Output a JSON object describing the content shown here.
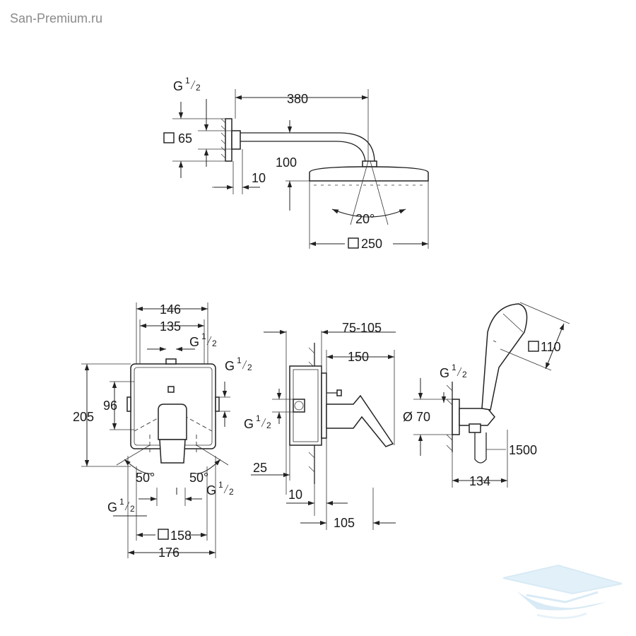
{
  "watermark": "San-Premium.ru",
  "head_shower": {
    "thread": "G",
    "thread_num": "1",
    "thread_den": "2",
    "flange_size": "65",
    "arm_length": "380",
    "drop": "100",
    "flange_depth": "10",
    "spray_angle": "20°",
    "head_size": "250"
  },
  "mixer_front": {
    "overall_width": "146",
    "inner_width": "135",
    "thread_top": "G",
    "thread_top_num": "1",
    "thread_top_den": "2",
    "thread_right": "G",
    "thread_right_num": "1",
    "thread_right_den": "2",
    "height": "205",
    "outlet_spacing": "96",
    "angle_left": "50°",
    "angle_right": "50°",
    "thread_bottom_left": "G",
    "thread_bottom_left_num": "1",
    "thread_bottom_left_den": "2",
    "thread_bottom_right": "G",
    "thread_bottom_right_num": "1",
    "thread_bottom_right_den": "2",
    "plate_size": "158",
    "overall_bottom": "176"
  },
  "mixer_side": {
    "install_depth": "75-105",
    "lever_depth": "150",
    "thread": "G",
    "thread_num": "1",
    "thread_den": "2",
    "wall_offset": "25",
    "plate_thickness": "10",
    "projection": "105"
  },
  "hand_shower": {
    "head_size": "110",
    "thread": "G",
    "thread_num": "1",
    "thread_den": "2",
    "outlet_diameter": "Ø 70",
    "hose_length": "1500",
    "holder_width": "134"
  },
  "colors": {
    "line": "#222222",
    "watermark_text": "#8a8a8a",
    "logo": "#cfe6f3"
  }
}
